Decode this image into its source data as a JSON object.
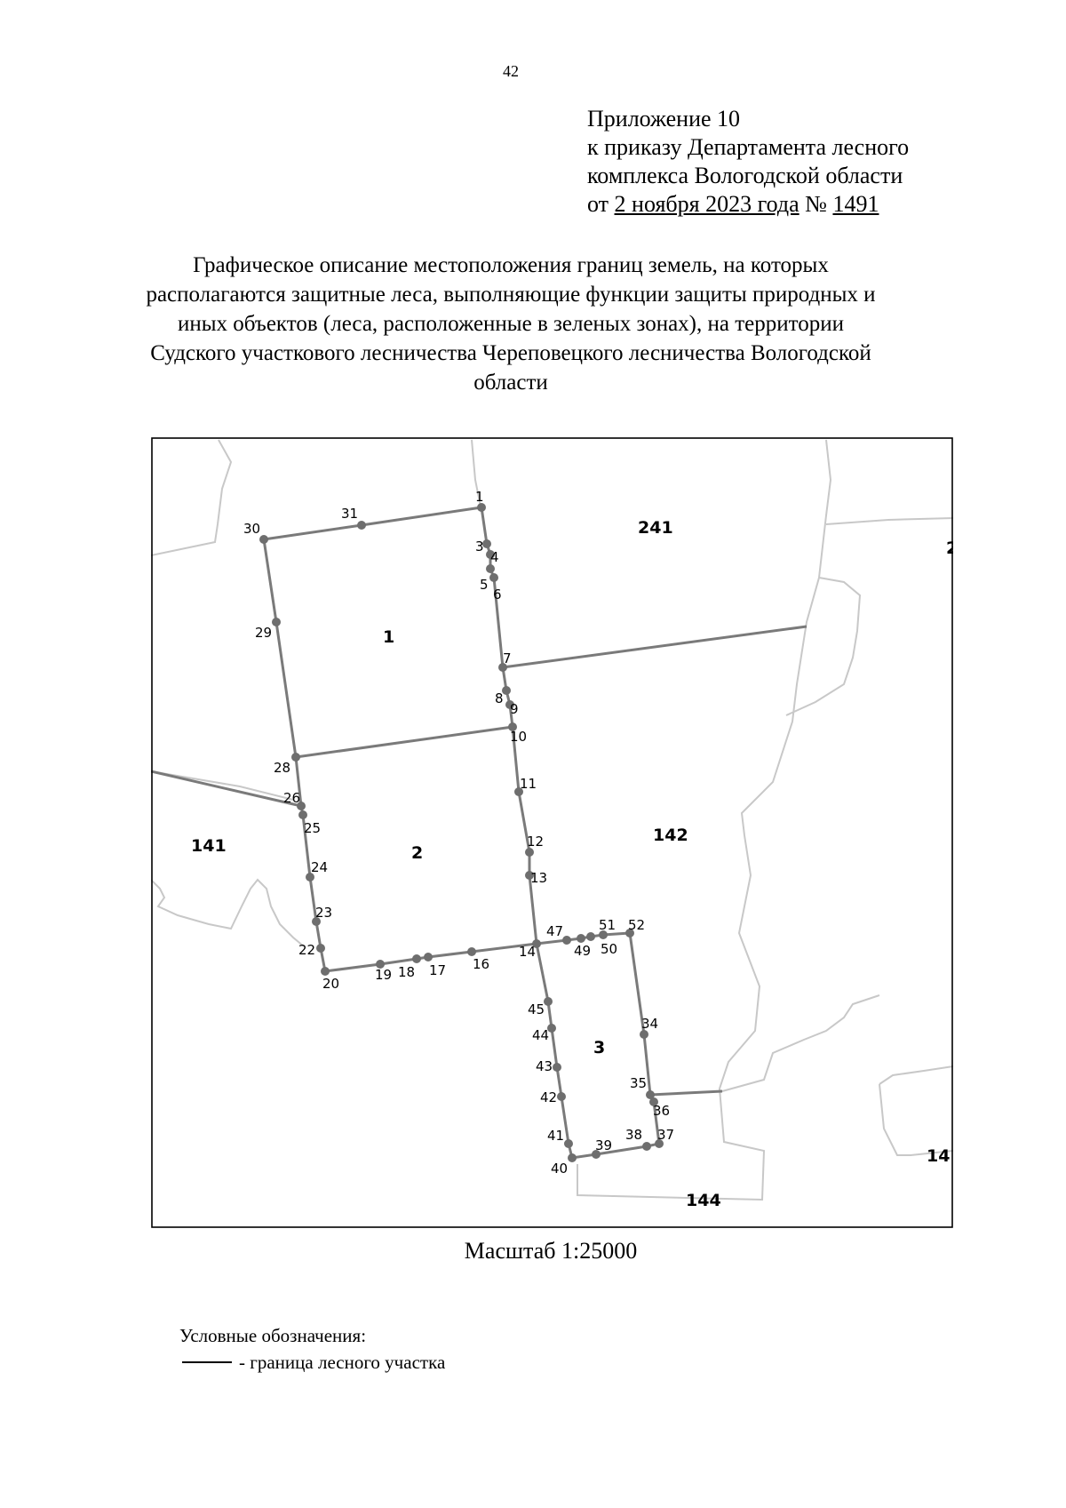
{
  "page_number": "42",
  "appendix": {
    "line1": "Приложение 10",
    "line2": "к приказу Департамента лесного",
    "line3": "комплекса Вологодской области",
    "date_prefix": "от ",
    "date": "2 ноября 2023 года",
    "number_sign": " № ",
    "number": "1491"
  },
  "title": {
    "line1": "Графическое описание местоположения границ земель, на которых",
    "line2": "располагаются защитные леса, выполняющие функции защиты природных и",
    "line3": "иных объектов (леса, расположенные в зеленых зонах), на территории",
    "line4": "Судского участкового лесничества Череповецкого лесничества Вологодской",
    "line5": "области"
  },
  "map": {
    "colors": {
      "boundary": "#7a7a7a",
      "point": "#6e6e6e",
      "quarter_line": "#c8c8c8",
      "frame": "#000000"
    },
    "quarters": [
      "241",
      "142",
      "141",
      "144",
      "2",
      "14"
    ],
    "plots": [
      "1",
      "2",
      "3"
    ],
    "points": [
      "1",
      "3",
      "4",
      "5",
      "6",
      "7",
      "8",
      "9",
      "10",
      "11",
      "12",
      "13",
      "14",
      "16",
      "17",
      "18",
      "19",
      "20",
      "22",
      "23",
      "24",
      "25",
      "26",
      "28",
      "29",
      "30",
      "31",
      "34",
      "35",
      "36",
      "37",
      "38",
      "39",
      "40",
      "41",
      "42",
      "43",
      "44",
      "45",
      "47",
      "49",
      "50",
      "51",
      "52"
    ]
  },
  "scale": "Масштаб 1:25000",
  "legend": {
    "title": "Условные обозначения:",
    "item": "- граница лесного участка"
  }
}
